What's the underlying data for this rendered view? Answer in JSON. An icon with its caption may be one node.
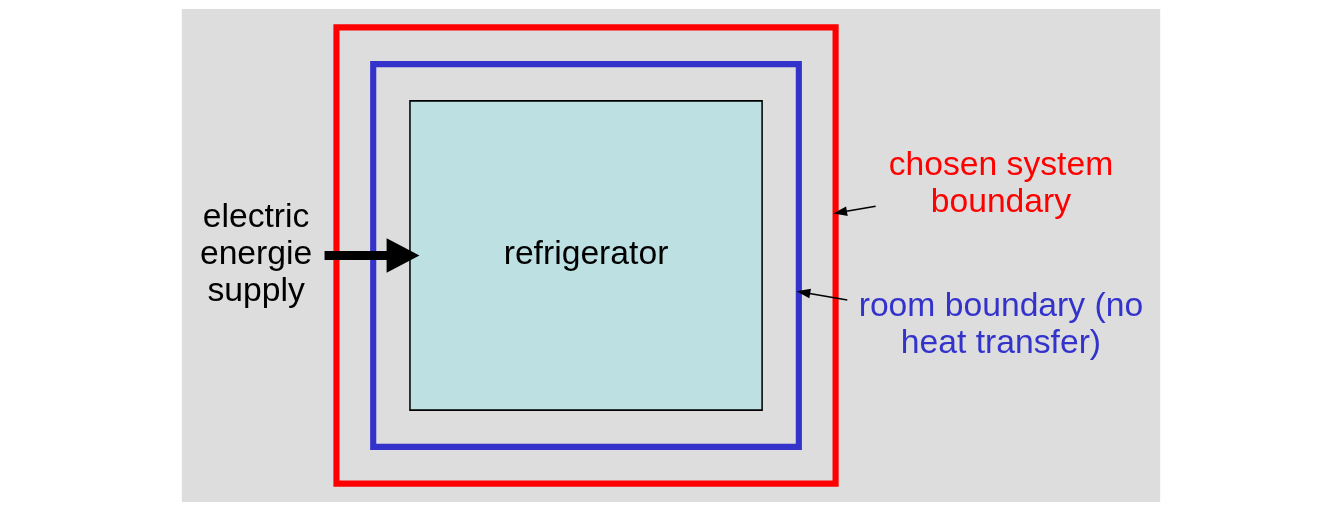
{
  "diagram": {
    "nodes": [
      {
        "text": [
          "electric energie supply"
        ]
      },
      {
        "text": [],
        "shape": "box"
      },
      {
        "text": [],
        "shape": "box",
        "in": 1
      },
      {
        "text": [
          "refrigerator"
        ],
        "in": 2
      },
      {
        "text": [
          "chosen system boundary"
        ]
      },
      {
        "text": [
          "room boundary (no heat transfer)"
        ]
      }
    ],
    "edges": [
      {
        "from": 0,
        "to": 3,
        "arrow": "to",
        "style": "thick"
      },
      {
        "from": 4,
        "to": 1,
        "arrow": "to"
      },
      {
        "from": 5,
        "to": 2,
        "arrow": "to"
      }
    ]
  }
}
